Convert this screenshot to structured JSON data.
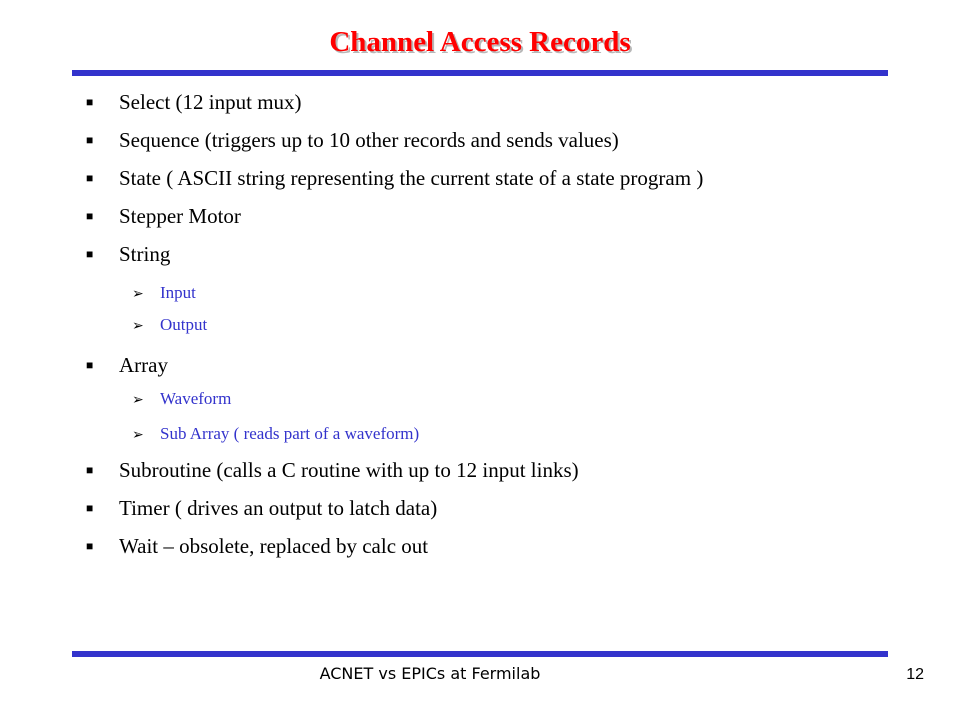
{
  "slide": {
    "title": "Channel Access Records",
    "bullet_marker": "■",
    "sub_bullet_marker": "➢",
    "items": [
      {
        "level": 1,
        "text": "Select (12 input mux)"
      },
      {
        "level": 1,
        "text": "Sequence (triggers up to 10 other records and sends values)"
      },
      {
        "level": 1,
        "text": "State ( ASCII string representing the current state of a state program )"
      },
      {
        "level": 1,
        "text": "Stepper Motor"
      },
      {
        "level": 1,
        "text": "String"
      },
      {
        "level": 2,
        "text": "Input"
      },
      {
        "level": 2,
        "text": "Output"
      },
      {
        "level": 1,
        "text": "Array"
      },
      {
        "level": 2,
        "text": "Waveform"
      },
      {
        "level": 2,
        "text": "Sub Array ( reads part of a waveform)"
      },
      {
        "level": 1,
        "text": "Subroutine (calls a C routine with up to 12 input links)"
      },
      {
        "level": 1,
        "text": "Timer ( drives an output to latch data)"
      },
      {
        "level": 1,
        "text": "Wait – obsolete,  replaced by calc out"
      }
    ],
    "footer": "ACNET vs EPICs at Fermilab",
    "page_number": "12",
    "colors": {
      "title": "#ff0000",
      "rule": "#3333cc",
      "sub_bullet_text": "#3333cc",
      "body_text": "#000000"
    }
  }
}
